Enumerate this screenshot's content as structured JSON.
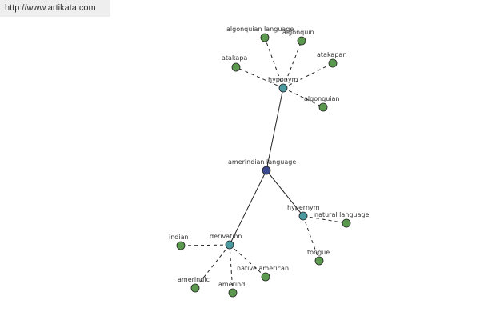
{
  "url": "http://www.artikata.com",
  "colors": {
    "root_node": "#3a4a8c",
    "relation_node": "#4a9aa0",
    "leaf_node": "#5b9a4e"
  },
  "graph": {
    "root": {
      "label": "amerindian language"
    },
    "relations": [
      {
        "label": "hyponym",
        "children": [
          "algonquian language",
          "algonquin",
          "atakapa",
          "atakapan",
          "algonquian"
        ]
      },
      {
        "label": "hypernym",
        "children": [
          "natural language",
          "tongue"
        ]
      },
      {
        "label": "derivation",
        "children": [
          "indian",
          "amerindic",
          "amerind",
          "native american"
        ]
      }
    ]
  }
}
